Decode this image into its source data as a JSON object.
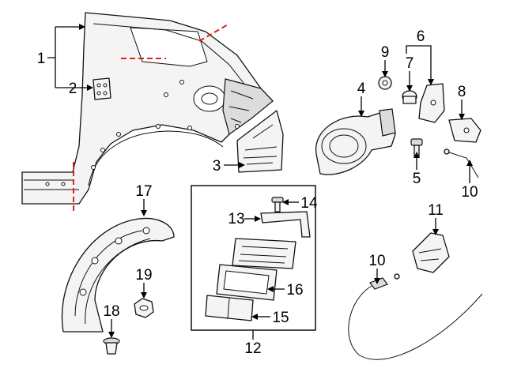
{
  "callouts": [
    {
      "id": "c1",
      "label": "1"
    },
    {
      "id": "c2",
      "label": "2"
    },
    {
      "id": "c3",
      "label": "3"
    },
    {
      "id": "c4",
      "label": "4"
    },
    {
      "id": "c5",
      "label": "5"
    },
    {
      "id": "c6",
      "label": "6"
    },
    {
      "id": "c7",
      "label": "7"
    },
    {
      "id": "c8",
      "label": "8"
    },
    {
      "id": "c9",
      "label": "9"
    },
    {
      "id": "c10a",
      "label": "10"
    },
    {
      "id": "c10b",
      "label": "10"
    },
    {
      "id": "c11",
      "label": "11"
    },
    {
      "id": "c12",
      "label": "12"
    },
    {
      "id": "c13",
      "label": "13"
    },
    {
      "id": "c14",
      "label": "14"
    },
    {
      "id": "c15",
      "label": "15"
    },
    {
      "id": "c16",
      "label": "16"
    },
    {
      "id": "c17",
      "label": "17"
    },
    {
      "id": "c18",
      "label": "18"
    },
    {
      "id": "c19",
      "label": "19"
    }
  ],
  "colors": {
    "cut_line": "#e0201c",
    "line": "#111111",
    "background": "#ffffff"
  }
}
